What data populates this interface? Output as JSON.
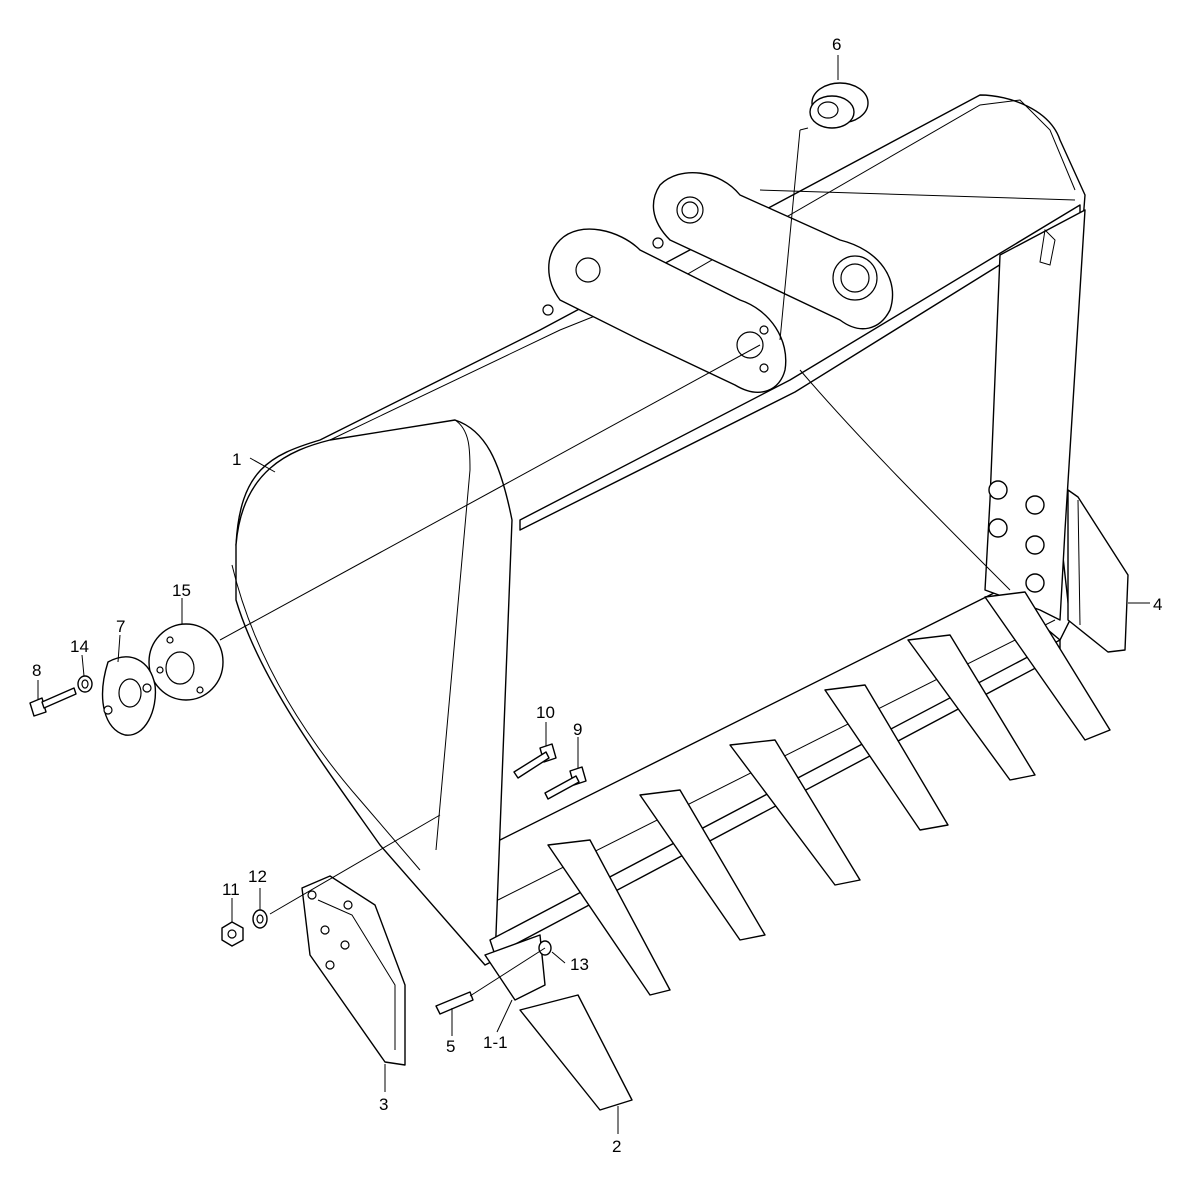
{
  "callouts": {
    "c1": "1",
    "c1_1": "1-1",
    "c2": "2",
    "c3": "3",
    "c4": "4",
    "c5": "5",
    "c6": "6",
    "c7": "7",
    "c8": "8",
    "c9": "9",
    "c10": "10",
    "c11": "11",
    "c12": "12",
    "c13": "13",
    "c14": "14",
    "c15": "15"
  }
}
